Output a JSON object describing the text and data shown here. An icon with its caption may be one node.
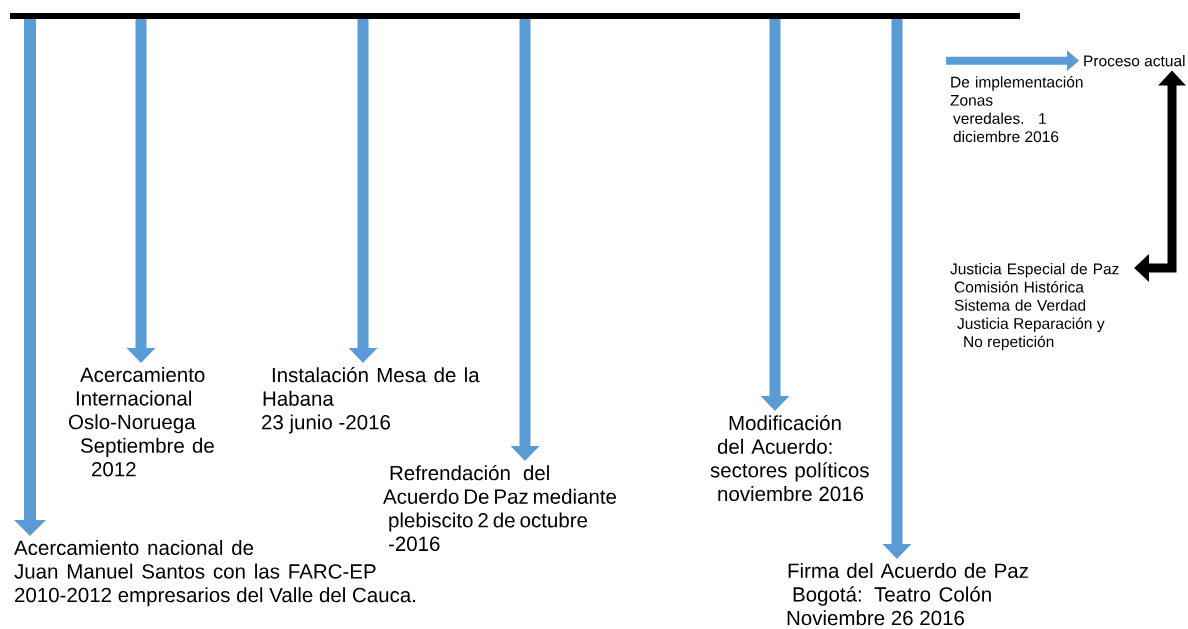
{
  "diagram": {
    "nodes": [
      {
        "text": [],
        "shape": "bar"
      },
      {
        "text": [
          "Acercamiento nacional de Juan Manuel Santos con las FARC-EP 2010-2012 empresarios del Valle del Cauca."
        ]
      },
      {
        "text": [
          "Acercamiento Internacional Oslo-Noruega Septiembre de 2012"
        ]
      },
      {
        "text": [
          "Instalación Mesa de la Habana 23 junio -2016"
        ]
      },
      {
        "text": [
          "Refrendación del Acuerdo De Paz mediante plebiscito 2 de octubre -2016"
        ]
      },
      {
        "text": [
          "Modificación del Acuerdo: sectores políticos noviembre 2016"
        ]
      },
      {
        "text": [
          "Firma del Acuerdo de Paz Bogotá: Teatro Colón Noviembre 26 2016"
        ]
      },
      {
        "text": [
          "Proceso actual"
        ]
      },
      {
        "text": [
          "De implementación Zonas veredales. 1 diciembre 2016"
        ]
      },
      {
        "text": [
          "Justicia Especial de Paz Comisión Histórica Sistema de Verdad Justicia Reparación y No repetición"
        ]
      }
    ],
    "edges": [
      {
        "from": 0,
        "to": 1,
        "arrow": "to"
      },
      {
        "from": 0,
        "to": 2,
        "arrow": "to"
      },
      {
        "from": 0,
        "to": 3,
        "arrow": "to"
      },
      {
        "from": 0,
        "to": 4,
        "arrow": "to"
      },
      {
        "from": 0,
        "to": 5,
        "arrow": "to"
      },
      {
        "from": 0,
        "to": 6,
        "arrow": "to"
      },
      {
        "from": 8,
        "to": 7,
        "arrow": "to"
      },
      {
        "from": 7,
        "to": 9,
        "arrow": "both",
        "color": "#000000"
      }
    ]
  }
}
